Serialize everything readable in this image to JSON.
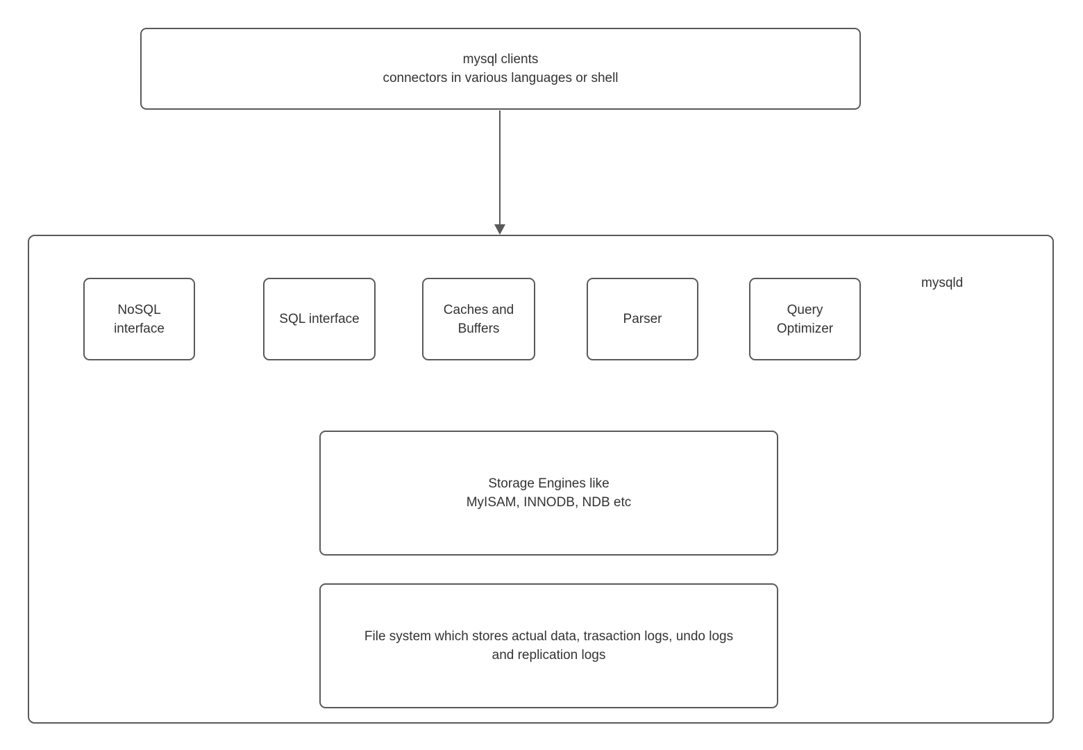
{
  "colors": {
    "border": "#595959",
    "text": "#333333",
    "arrow": "#595959",
    "background": "#ffffff"
  },
  "diagram": {
    "clients_box": "mysql clients\nconnectors in various languages or shell",
    "mysqld_label": "mysqld",
    "components": [
      {
        "label": "NoSQL\ninterface"
      },
      {
        "label": "SQL interface"
      },
      {
        "label": "Caches and\nBuffers"
      },
      {
        "label": "Parser"
      },
      {
        "label": "Query\nOptimizer"
      }
    ],
    "storage_box": "Storage Engines like\nMyISAM, INNODB, NDB etc",
    "filesystem_box": "File system which stores actual data, trasaction logs, undo logs\nand replication logs"
  }
}
